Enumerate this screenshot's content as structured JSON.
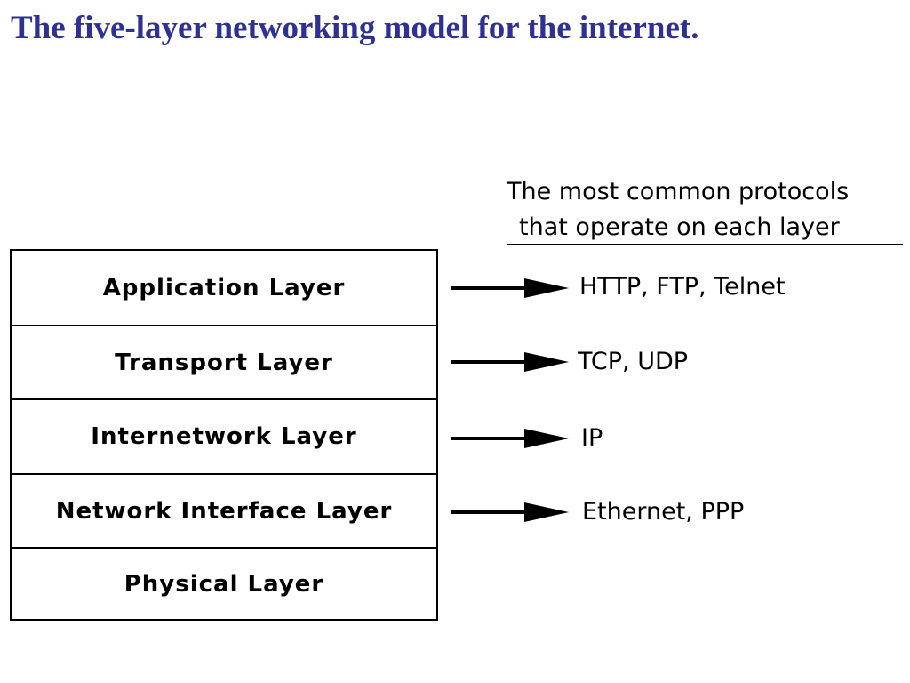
{
  "title": "The five-layer networking model for the internet.",
  "colors": {
    "title": "#2e3192",
    "ink": "#000000",
    "background": "#ffffff"
  },
  "protocols_header": {
    "line1": "The most common protocols",
    "line2": "that operate on each layer"
  },
  "layers": [
    {
      "name": "Application Layer",
      "protocols": "HTTP, FTP, Telnet"
    },
    {
      "name": "Transport Layer",
      "protocols": "TCP, UDP"
    },
    {
      "name": "Internetwork Layer",
      "protocols": "IP"
    },
    {
      "name": "Network Interface Layer",
      "protocols": "Ethernet, PPP"
    },
    {
      "name": "Physical Layer",
      "protocols": ""
    }
  ]
}
